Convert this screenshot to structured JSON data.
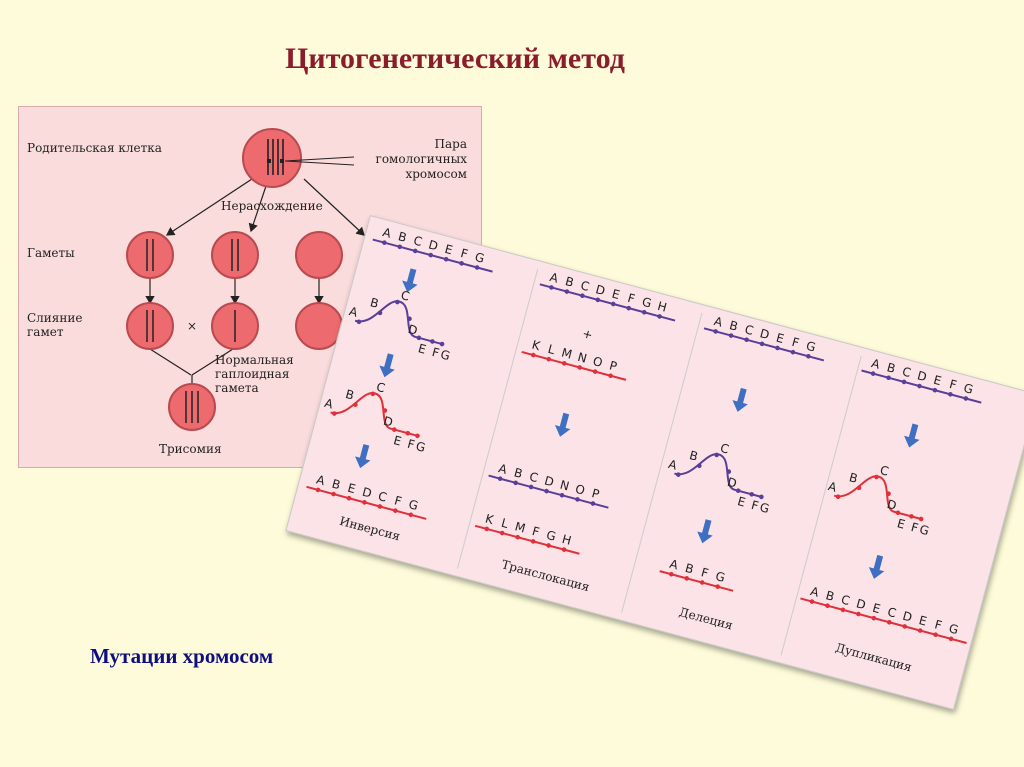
{
  "title": "Цитогенетический метод",
  "subtitle": "Мутации хромосом",
  "meiosis": {
    "parent_cell": "Родительская клетка",
    "homolog_pair": [
      "Пара",
      "гомологичных",
      "хромосом"
    ],
    "nondisjunction": "Нерасхождение",
    "gametes": "Гаметы",
    "fusion": [
      "Слияние",
      "гамет"
    ],
    "cross": "×",
    "normal_gamete": [
      "Нормальная",
      "гаплоидная",
      "гамета"
    ],
    "trisomy": "Трисомия"
  },
  "mutations": {
    "colors": {
      "normal": "#5a3f99",
      "mutated": "#e0303a",
      "arrow": "#3f6fc2"
    },
    "panels": [
      {
        "name": "Инверсия",
        "before": "ABCDEFG",
        "after": "ABEDCFG"
      },
      {
        "name": "Транслокация",
        "before": "ABCDEFGH",
        "partner": "KLMNOP",
        "after": "ABCDNOP",
        "after_partner": "KLMFGH",
        "plus": "+"
      },
      {
        "name": "Делеция",
        "before": "ABCDEFG",
        "after": "ABFG"
      },
      {
        "name": "Дупликация",
        "before": "ABCDEFG",
        "after": "ABCDECDEFG"
      }
    ]
  }
}
